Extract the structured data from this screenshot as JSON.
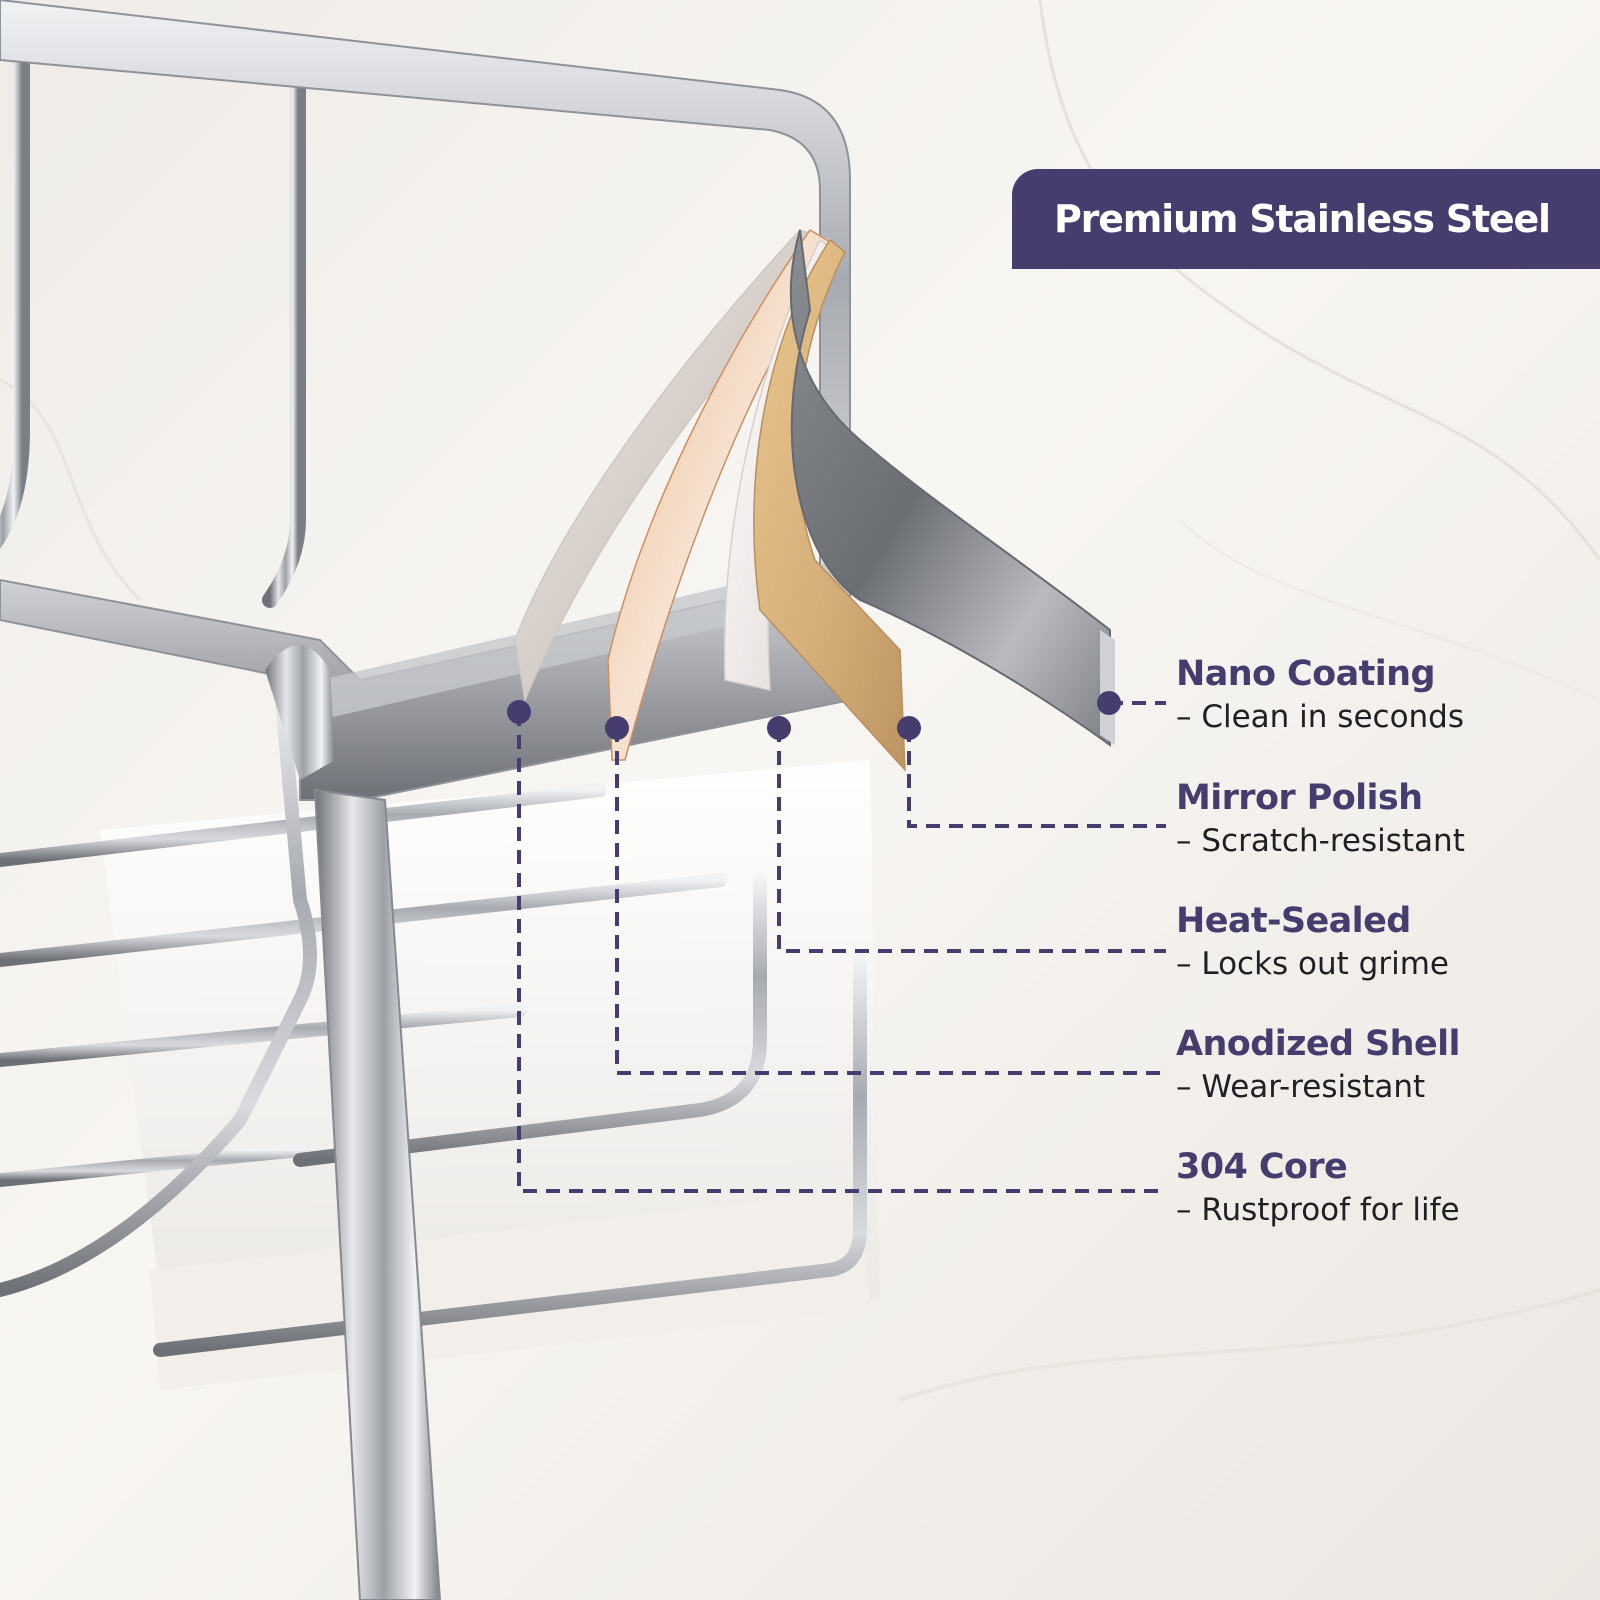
{
  "banner": {
    "title": "Premium Stainless Steel"
  },
  "features": [
    {
      "title": "Nano Coating",
      "desc": "– Clean in seconds"
    },
    {
      "title": "Mirror Polish",
      "desc": "– Scratch-resistant"
    },
    {
      "title": "Heat-Sealed",
      "desc": "– Locks out grime"
    },
    {
      "title": "Anodized Shell",
      "desc": "– Wear-resistant"
    },
    {
      "title": "304 Core",
      "desc": "– Rustproof for life"
    }
  ],
  "colors": {
    "accent": "#463d6e",
    "chrome": "#a9abb0",
    "copper": "#e0ad84",
    "gold": "#d8b278",
    "marble": "#f3f1ee",
    "tray": "#f7f6f4"
  }
}
